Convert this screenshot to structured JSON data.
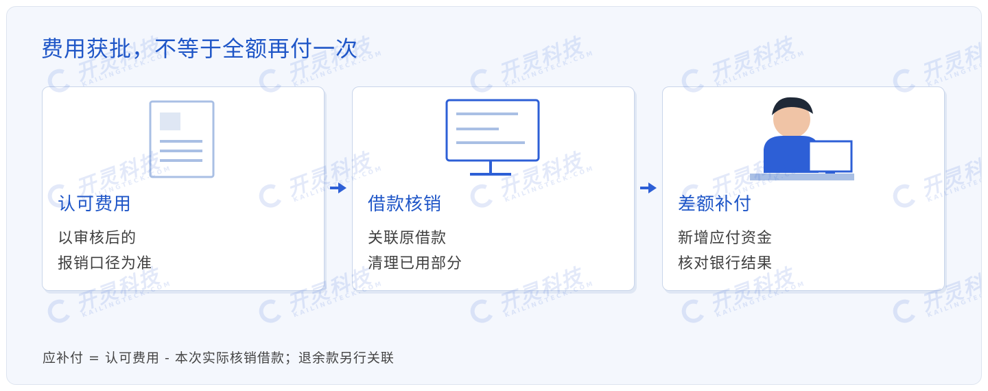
{
  "title": "费用获批，不等于全额再付一次",
  "cards": [
    {
      "title": "认可费用",
      "lines": [
        "以审核后的",
        "报销口径为准"
      ],
      "icon": "document-icon"
    },
    {
      "title": "借款核销",
      "lines": [
        "关联原借款",
        "清理已用部分"
      ],
      "icon": "monitor-icon"
    },
    {
      "title": "差额补付",
      "lines": [
        "新增应付资金",
        "核对银行结果"
      ],
      "icon": "person-at-computer-icon"
    }
  ],
  "footnote": "应补付 = 认可费用 - 本次实际核销借款；退余款另行关联",
  "watermark": {
    "text": "开灵科技",
    "subtext": "KAILINGTECK.COM"
  },
  "colors": {
    "accent": "#1f56c7",
    "icon_blue": "#2d5fd6",
    "icon_light": "#a9bfe4",
    "background": "#f4f7fd"
  }
}
